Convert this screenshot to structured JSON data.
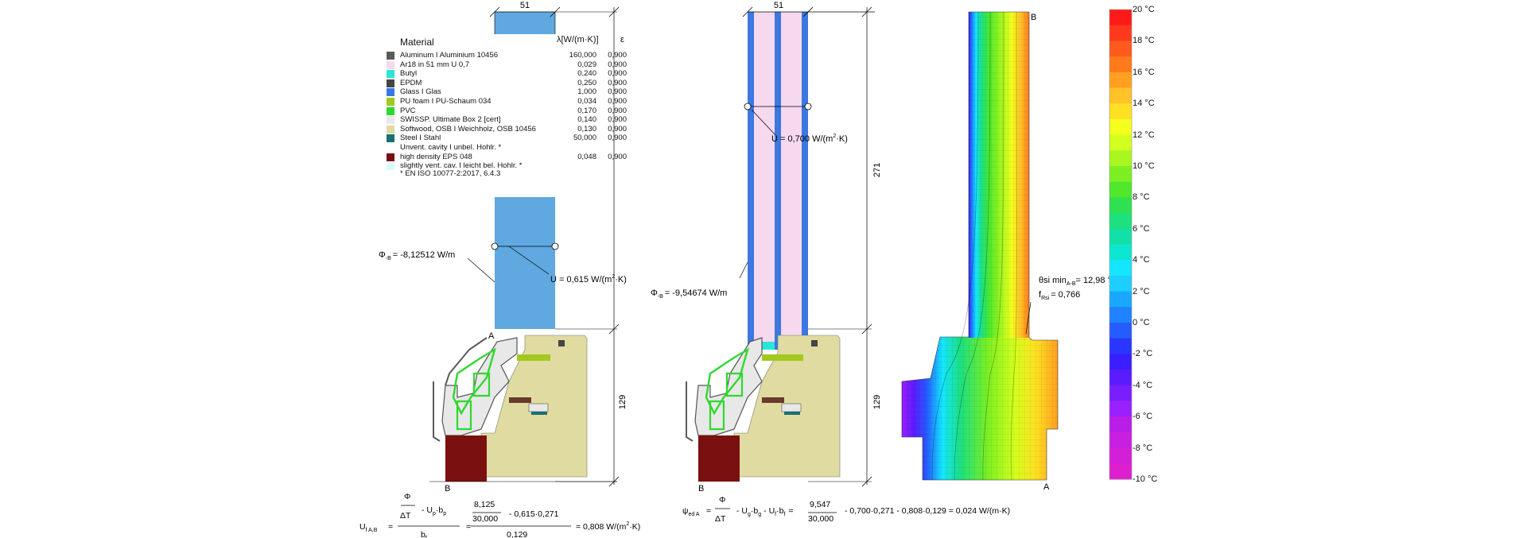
{
  "legend": {
    "title": "Material",
    "lambda_header": "λ[W/(m·K)]",
    "epsilon_header": "ε",
    "items": [
      {
        "name": "Aluminum  I  Aluminium  10456",
        "lambda": "160,000",
        "epsilon": "0,900",
        "color": "#5a5a5a"
      },
      {
        "name": "Ar18 in 51 mm U 0,7",
        "lambda": "0,029",
        "epsilon": "0,900",
        "color": "#f6d9ee"
      },
      {
        "name": "Butyl",
        "lambda": "0,240",
        "epsilon": "0,900",
        "color": "#2ae6d9"
      },
      {
        "name": "EPDM",
        "lambda": "0,250",
        "epsilon": "0,900",
        "color": "#454545"
      },
      {
        "name": "Glass  I  Glas",
        "lambda": "1,000",
        "epsilon": "0,900",
        "color": "#3c78e0"
      },
      {
        "name": "PU foam  I  PU-Schaum 034",
        "lambda": "0,034",
        "epsilon": "0,900",
        "color": "#a3c81e"
      },
      {
        "name": "PVC",
        "lambda": "0,170",
        "epsilon": "0,900",
        "color": "#2ed92e"
      },
      {
        "name": "SWISSP. Ultimate Box 2 [cert]",
        "lambda": "0,140",
        "epsilon": "0,900",
        "color": "#e8e8e8"
      },
      {
        "name": "Softwood, OSB  I  Weichholz, OSB  10456",
        "lambda": "0,130",
        "epsilon": "0,900",
        "color": "#e0dba0"
      },
      {
        "name": "Steel  I  Stahl",
        "lambda": "50,000",
        "epsilon": "0,900",
        "color": "#187070"
      },
      {
        "name": "Unvent. cavity  I  unbel. Hohlr. *",
        "lambda": "",
        "epsilon": "",
        "color": "#ffffff"
      },
      {
        "name": "high density EPS 048",
        "lambda": "0,048",
        "epsilon": "0,900",
        "color": "#7a1010"
      },
      {
        "name": "slightly vent. cav.  I  leicht bel. Hohlr. *",
        "lambda": "",
        "epsilon": "",
        "color": "#d9fafa"
      }
    ],
    "footnote": "* EN ISO 10077-2:2017, 6.4.3"
  },
  "panel1": {
    "dim_top": "51",
    "dim_side": "129",
    "phi_sym": "Φ",
    "phi_sub": "-B",
    "phi_value": "= -8,12512 W/m",
    "u_pre": "U = 0,615 W/(m",
    "u_exp": "2",
    "u_post": "·K)",
    "point_a": "A",
    "point_b": "B"
  },
  "panel2": {
    "dim_top": "51",
    "dim_upper": "271",
    "dim_lower": "129",
    "phi_sym": "Φ",
    "phi_sub": "-B",
    "phi_value": "= -9,54674 W/m",
    "u_pre": "U = 0,700 W/(m",
    "u_exp": "2",
    "u_post": "·K)",
    "point_b": "B"
  },
  "panel3": {
    "point_a": "A",
    "point_b": "B",
    "theta_sym": "θ",
    "theta_text": "si min",
    "theta_sub": "A-B",
    "theta_value": "= 12,98 °C",
    "f_sym": "f",
    "f_sub": "Rsi",
    "f_value": "= 0,766"
  },
  "scale": {
    "labels": [
      "20 °C",
      "18 °C",
      "16 °C",
      "14 °C",
      "12 °C",
      "10 °C",
      "8 °C",
      "6 °C",
      "4 °C",
      "2 °C",
      "0 °C",
      "-2 °C",
      "-4 °C",
      "-6 °C",
      "-8 °C",
      "-10 °C"
    ],
    "colors": [
      "#ff1a1a",
      "#ff3a1c",
      "#ff5a1e",
      "#ff7a1a",
      "#ffa020",
      "#ffc228",
      "#ffe022",
      "#f4ff1e",
      "#d2ff1e",
      "#a8f71e",
      "#7cef22",
      "#4fe82b",
      "#2fe050",
      "#1de07e",
      "#12e0a8",
      "#0fe6d2",
      "#14e6ff",
      "#1ccfff",
      "#1aa8ff",
      "#1f82ff",
      "#255cff",
      "#2a36ff",
      "#3a1eff",
      "#5a1cff",
      "#7a1eff",
      "#9a20ff",
      "#b81ee8",
      "#c81fe0",
      "#d31fd8",
      "#dd1fd0"
    ]
  },
  "equation1": {
    "lhs_sym": "U",
    "lhs_sub": "f A,B",
    "eq": "=",
    "phi": "Φ",
    "dt": "ΔT",
    "minus_term_a": "-  U",
    "minus_term_a_sub": "p",
    "minus_term_b": "·b",
    "minus_term_b_sub": "p",
    "den_sym": "b",
    "den_sub": "f",
    "num_value": "8,125",
    "dt_value": "30,000",
    "term": "-  0,615·0,271",
    "den_value": "0,129",
    "result_pre": "=  0,808 W/(m",
    "result_exp": "2",
    "result_post": "·K)"
  },
  "equation2": {
    "lhs_sym": "ψ",
    "lhs_sub": "ed A",
    "eq": "=",
    "phi": "Φ",
    "dt": "ΔT",
    "terms": "-  U",
    "t1_sub": "g",
    "t1b": "·b",
    "t1b_sub": "g",
    "t2": "-  U",
    "t2_sub": "f",
    "t2b": "·b",
    "t2b_sub": "f",
    "eq2": "=",
    "num_value": "9,547",
    "dt_value": "30,000",
    "rest": "-  0,700·0,271  -  0,808·0,129  =  0,024 W/(m·K)"
  }
}
